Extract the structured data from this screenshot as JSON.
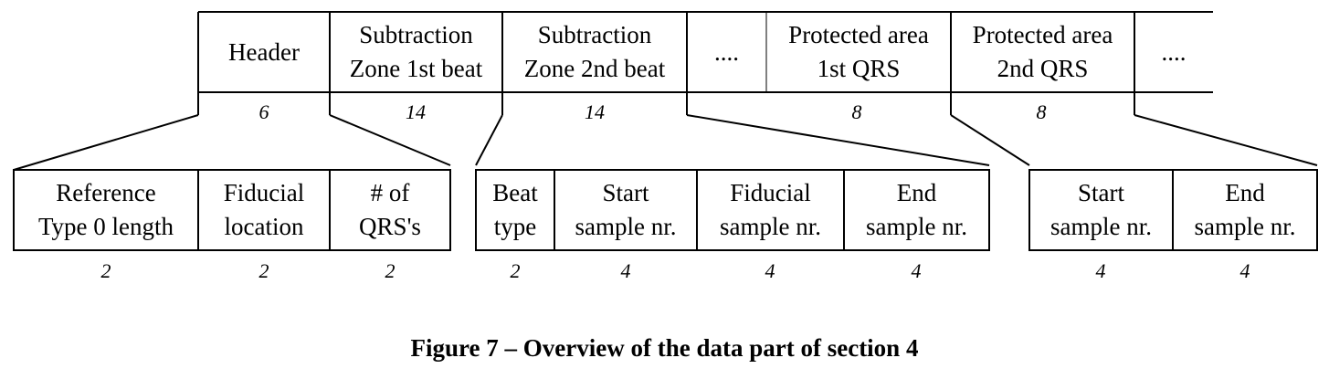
{
  "top_row": {
    "cells": [
      {
        "lines": [
          "Header"
        ],
        "size": "6"
      },
      {
        "lines": [
          "Subtraction",
          "Zone 1st beat"
        ],
        "size": "14"
      },
      {
        "lines": [
          "Subtraction",
          "Zone 2nd beat"
        ],
        "size": "14"
      },
      {
        "lines": [
          "...."
        ],
        "size": ""
      },
      {
        "lines": [
          "Protected area",
          "1st QRS"
        ],
        "size": "8"
      },
      {
        "lines": [
          "Protected area",
          "2nd QRS"
        ],
        "size": "8"
      },
      {
        "lines": [
          "...."
        ],
        "size": ""
      }
    ]
  },
  "header_detail": {
    "cells": [
      {
        "lines": [
          "Reference",
          "Type 0 length"
        ],
        "size": "2"
      },
      {
        "lines": [
          "Fiducial",
          "location"
        ],
        "size": "2"
      },
      {
        "lines": [
          "# of",
          "QRS's"
        ],
        "size": "2"
      }
    ]
  },
  "subtraction_detail": {
    "cells": [
      {
        "lines": [
          "Beat",
          "type"
        ],
        "size": "2"
      },
      {
        "lines": [
          "Start",
          "sample nr."
        ],
        "size": "4"
      },
      {
        "lines": [
          "Fiducial",
          "sample nr."
        ],
        "size": "4"
      },
      {
        "lines": [
          "End",
          "sample nr."
        ],
        "size": "4"
      }
    ]
  },
  "protected_detail": {
    "cells": [
      {
        "lines": [
          "Start",
          "sample nr."
        ],
        "size": "4"
      },
      {
        "lines": [
          "End",
          "sample nr."
        ],
        "size": "4"
      }
    ]
  },
  "caption": "Figure 7 – Overview of the data part of section 4"
}
